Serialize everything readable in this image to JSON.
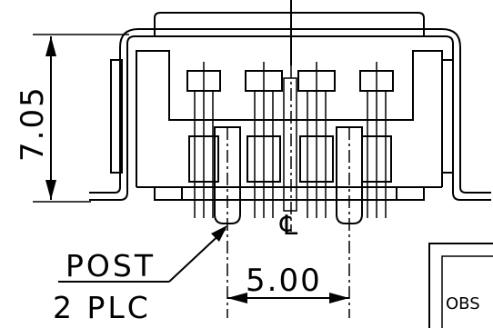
{
  "dimensions": {
    "height_label": "7.05",
    "pitch_label": "5.00"
  },
  "notes": {
    "post_label": "POST",
    "count_label": "2 PLC",
    "centerline_symbol": "℄"
  },
  "title_block": {
    "status_label": "OBS"
  }
}
